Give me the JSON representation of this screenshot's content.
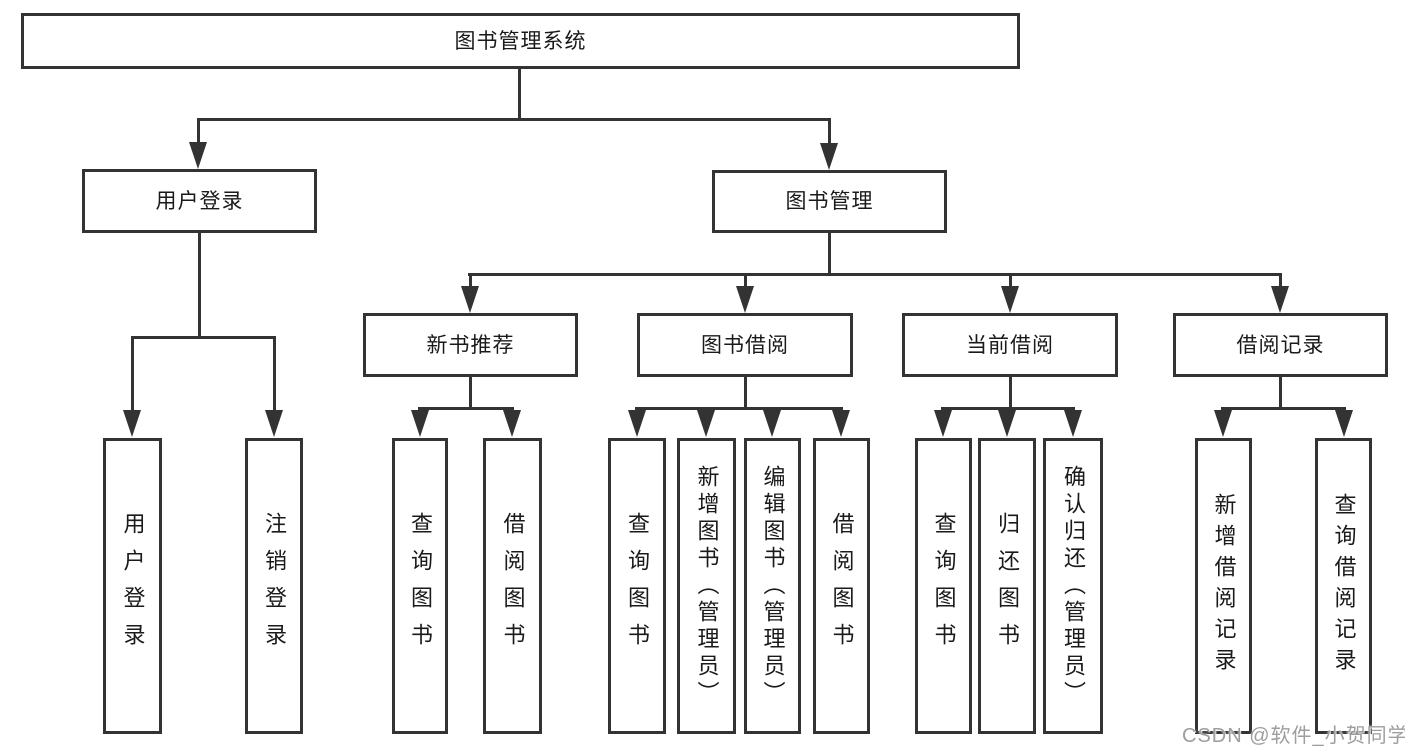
{
  "diagram_title": "图书管理系统",
  "nodes": {
    "root": "图书管理系统",
    "userLogin": "用户登录",
    "bookMgmt": "图书管理",
    "newBookRec": "新书推荐",
    "bookBorrow": "图书借阅",
    "currentBorrow": "当前借阅",
    "borrowRecord": "借阅记录",
    "leafUserLogin": "用户登录",
    "leafLogout": "注销登录",
    "leafQueryBook1": "查询图书",
    "leafBorrowBook1": "借阅图书",
    "leafQueryBook2": "查询图书",
    "leafAddBook": "新增图书（管理员）",
    "leafEditBook": "编辑图书（管理员）",
    "leafBorrowBook2": "借阅图书",
    "leafQueryBook3": "查询图书",
    "leafReturnBook": "归还图书",
    "leafConfirmReturn": "确认归还（管理员）",
    "leafAddBorrowRecord": "新增借阅记录",
    "leafQueryBorrowRecord": "查询借阅记录"
  },
  "hierarchy": {
    "root": "图书管理系统",
    "children": [
      {
        "label": "用户登录",
        "children": [
          "用户登录",
          "注销登录"
        ]
      },
      {
        "label": "图书管理",
        "children": [
          {
            "label": "新书推荐",
            "children": [
              "查询图书",
              "借阅图书"
            ]
          },
          {
            "label": "图书借阅",
            "children": [
              "查询图书",
              "新增图书（管理员）",
              "编辑图书（管理员）",
              "借阅图书"
            ]
          },
          {
            "label": "当前借阅",
            "children": [
              "查询图书",
              "归还图书",
              "确认归还（管理员）"
            ]
          },
          {
            "label": "借阅记录",
            "children": [
              "新增借阅记录",
              "查询借阅记录"
            ]
          }
        ]
      }
    ]
  },
  "watermark": "CSDN @软件_小贺同学",
  "colors": {
    "line": "#333333",
    "text": "#1a1a1a",
    "watermark": "#9e9e9e",
    "background": "#ffffff"
  }
}
